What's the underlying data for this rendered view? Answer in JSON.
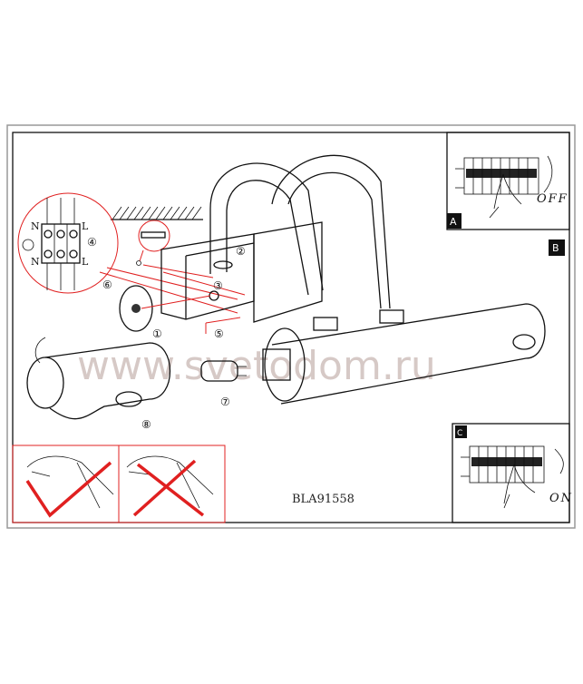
{
  "diagram": {
    "model_code": "BLA91558",
    "watermark": "www.svetodom.ru",
    "terminal_labels": {
      "top_left": "N",
      "top_right": "L",
      "bottom_left": "N",
      "bottom_right": "L"
    },
    "steps": [
      "①",
      "②",
      "③",
      "④",
      "⑤",
      "⑥",
      "⑦",
      "⑧"
    ],
    "panel_a": {
      "badge": "A",
      "label": "OFF"
    },
    "panel_b": {
      "badge": "B"
    },
    "panel_c": {
      "badge": "C",
      "label": "ON"
    },
    "colors": {
      "accent": "#e02020",
      "line": "#111111",
      "frame": "#999999"
    }
  }
}
